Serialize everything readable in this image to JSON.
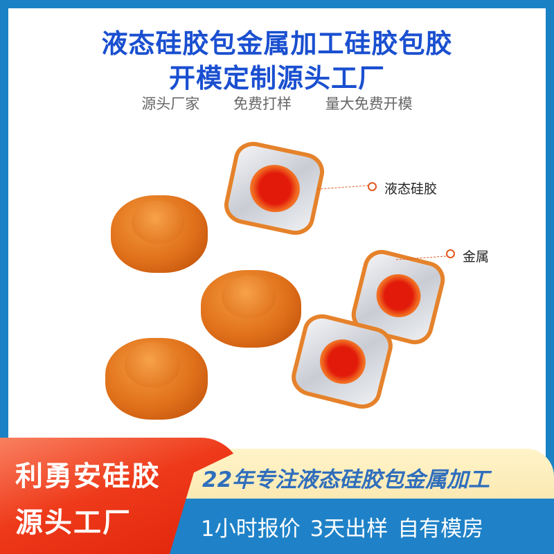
{
  "title": {
    "line1": "液态硅胶包金属加工硅胶包胶",
    "line2": "开模定制源头工厂"
  },
  "subtitle": [
    "源头厂家",
    "免费打样",
    "量大免费开模"
  ],
  "callouts": {
    "silicone": "液态硅胶",
    "metal": "金属"
  },
  "banner": {
    "brand_line1": "利勇安硅胶",
    "brand_line2": "源头工厂",
    "headline": "22年专注液态硅胶包金属加工",
    "features": "1小时报价 3天出样 自有模房"
  },
  "colors": {
    "frame": "#1a82c4",
    "title": "#1a4fd0",
    "accent": "#e0591e"
  }
}
